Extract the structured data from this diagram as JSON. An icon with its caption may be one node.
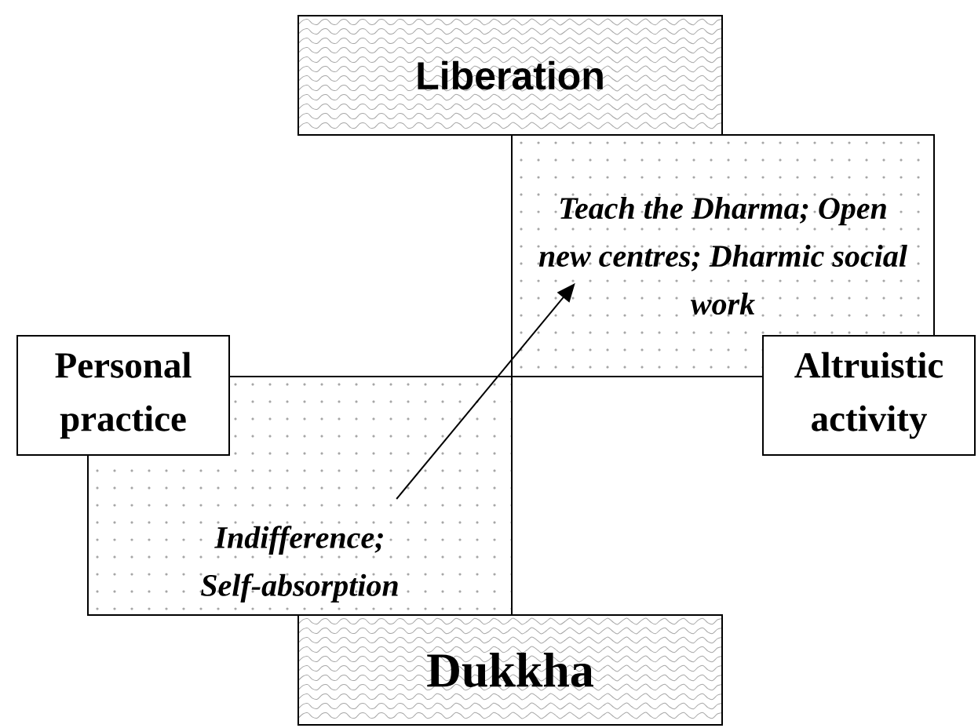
{
  "diagram": {
    "nodes": [
      {
        "text": [
          "Liberation"
        ]
      },
      {
        "text": [
          "Teach the Dharma; Open new centres; Dharmic social work"
        ]
      },
      {
        "text": [
          "Personal practice"
        ]
      },
      {
        "text": [
          "Altruistic activity"
        ]
      },
      {
        "text": [
          "Indifference; Self-absorption"
        ]
      },
      {
        "text": [
          "Dukkha"
        ]
      }
    ],
    "edges": [
      {
        "from": 2,
        "to": 3,
        "arrow": "none"
      },
      {
        "from": 0,
        "to": 5,
        "arrow": "none"
      },
      {
        "from": 4,
        "to": 1,
        "arrow": "to"
      }
    ]
  }
}
